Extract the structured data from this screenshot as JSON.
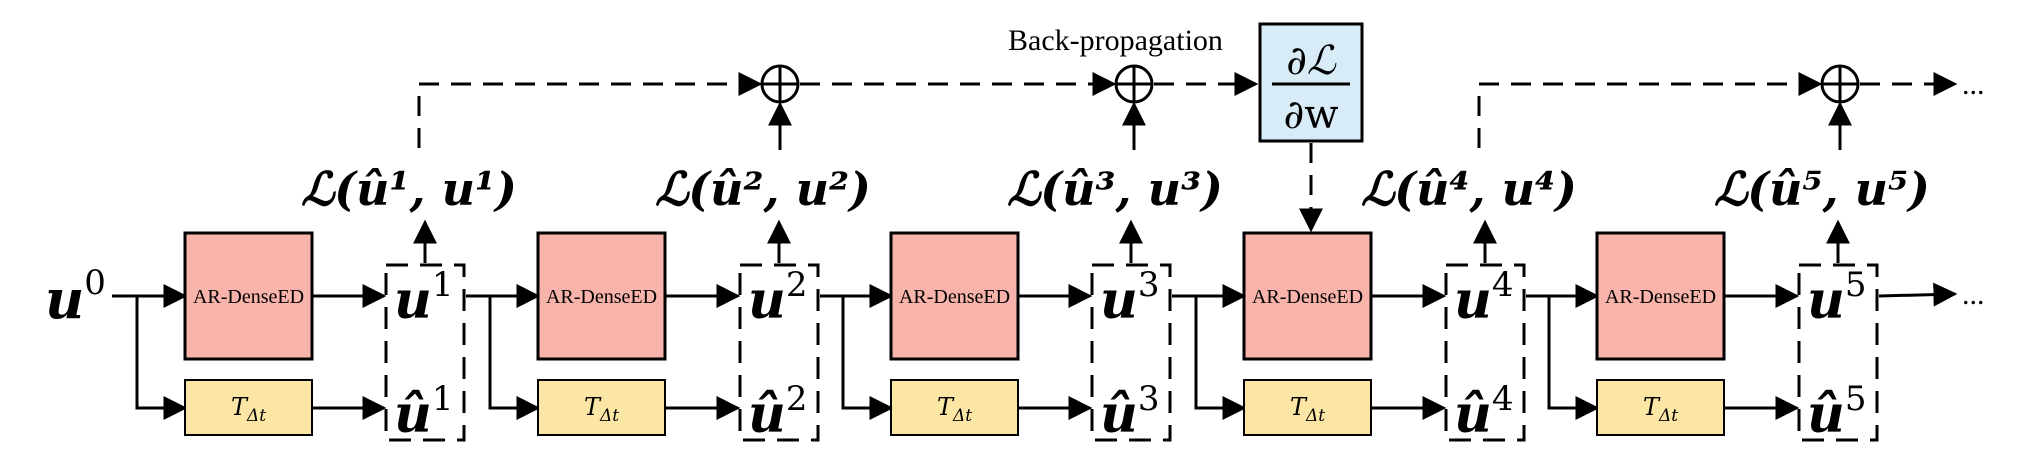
{
  "initial_state": {
    "symbol": "u",
    "superscript": "0"
  },
  "network_block_label": "AR-DenseED",
  "solver_block": {
    "symbol": "T",
    "subscript": "Δt"
  },
  "steps": [
    {
      "index": "1",
      "loss": "ℒ(û¹, u¹)"
    },
    {
      "index": "2",
      "loss": "ℒ(û², u²)"
    },
    {
      "index": "3",
      "loss": "ℒ(û³, u³)"
    },
    {
      "index": "4",
      "loss": "ℒ(û⁴, u⁴)"
    },
    {
      "index": "5",
      "loss": "ℒ(û⁵, u⁵)"
    }
  ],
  "backprop_label": "Back-propagation",
  "gradient": {
    "numerator": "∂ℒ",
    "denominator": "∂w"
  },
  "continuation": "...",
  "sum_symbol": "⊕",
  "colors": {
    "network_fill": "#f8b3aa",
    "solver_fill": "#fbe6a6",
    "gradient_fill": "#d7ecf7",
    "stroke": "#000000"
  }
}
